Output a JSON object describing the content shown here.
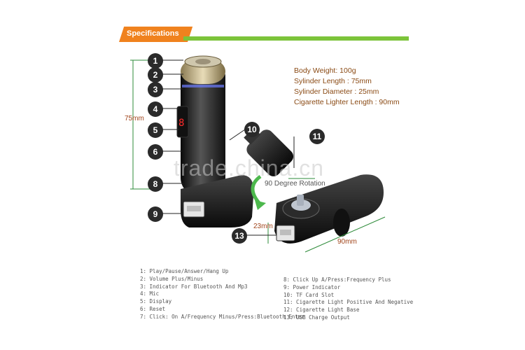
{
  "header": {
    "title": "Specifications"
  },
  "specs": [
    "Body Weight: 100g",
    "Sylinder Length : 75mm",
    "Sylinder Diameter : 25mm",
    "Cigarette Lighter Length : 90mm"
  ],
  "dimensions": {
    "height": "75mm",
    "width": "90mm",
    "usb": "23mm"
  },
  "rotation_label": "90 Degree Rotation",
  "watermark": "trade.china.cn",
  "callouts": [
    "1",
    "2",
    "3",
    "4",
    "5",
    "6",
    "8",
    "9",
    "10",
    "11",
    "13"
  ],
  "legend_left": [
    "1: Play/Pause/Answer/Hang Up",
    "2: Volume Plus/Minus",
    "3: Indicator For Bluetooth And Mp3",
    "4: Mic",
    "5: Display",
    "6: Reset",
    "7: Click: On A/Frequency Minus/Press:Bluetooth Enter"
  ],
  "legend_right": [
    "8: Click Up A/Press:Frequency Plus",
    "9: Power Indicator",
    "10: TF Card Slot",
    "11: Cigarette Light Positive And Negative",
    "12: Cigarette Light Base",
    "13: USB Charge Output"
  ],
  "colors": {
    "banner": "#f0821e",
    "bar": "#7cc43a",
    "spec_text": "#8a4a14"
  }
}
